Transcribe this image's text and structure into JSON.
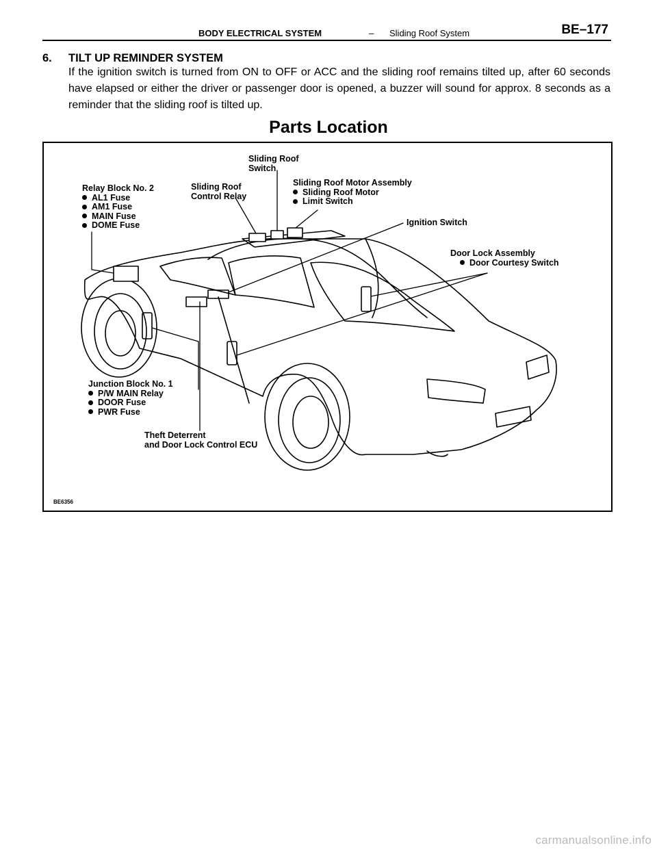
{
  "header": {
    "section": "BODY ELECTRICAL SYSTEM",
    "separator": "–",
    "topic": "Sliding Roof System",
    "page": "BE–177"
  },
  "section": {
    "number": "6.",
    "title": "TILT UP REMINDER SYSTEM",
    "body": "If the ignition switch is turned from ON to OFF or ACC and the sliding roof remains tilted up, after 60 seconds have elapsed or either the driver or passenger door is opened, a buzzer will sound for approx. 8 seconds as a reminder that the sliding roof is tilted up."
  },
  "figure": {
    "title": "Parts Location",
    "code": "BE6356",
    "labels": {
      "relay_block": {
        "title": "Relay Block No. 2",
        "items": [
          "AL1 Fuse",
          "AM1 Fuse",
          "MAIN Fuse",
          "DOME Fuse"
        ]
      },
      "control_relay": {
        "line1": "Sliding Roof",
        "line2": "Control Relay"
      },
      "roof_switch": {
        "line1": "Sliding Roof",
        "line2": "Switch"
      },
      "motor_assembly": {
        "title": "Sliding Roof Motor Assembly",
        "items": [
          "Sliding Roof Motor",
          "Limit Switch"
        ]
      },
      "ignition_switch": "Ignition Switch",
      "door_lock": {
        "title": "Door Lock Assembly",
        "items": [
          "Door Courtesy Switch"
        ]
      },
      "junction_block": {
        "title": "Junction Block No. 1",
        "items": [
          "P/W MAIN Relay",
          "DOOR Fuse",
          "PWR Fuse"
        ]
      },
      "theft_ecu": {
        "line1": "Theft Deterrent",
        "line2": "and Door Lock Control ECU"
      }
    }
  },
  "watermark": "carmanualsonline.info"
}
